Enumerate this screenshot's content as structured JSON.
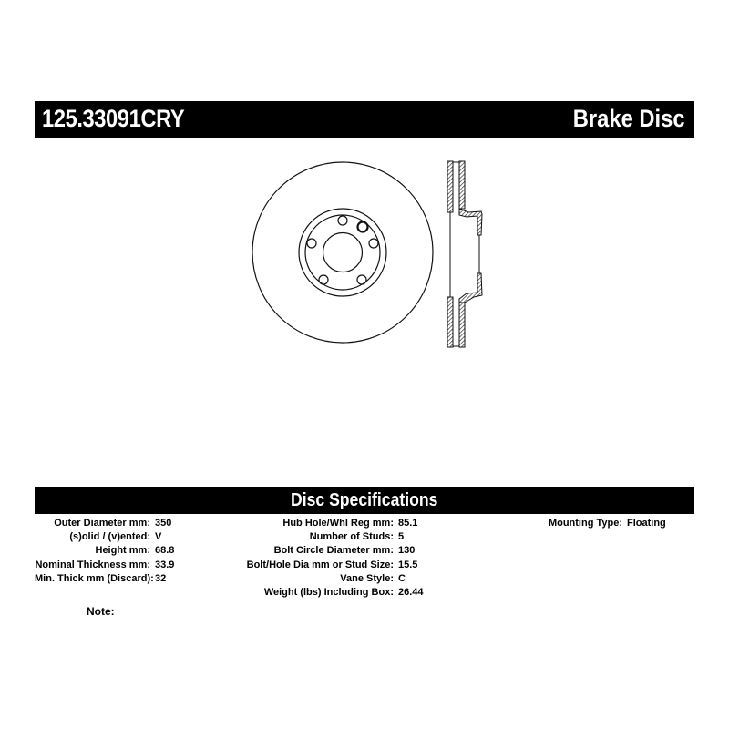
{
  "header": {
    "part_number": "125.33091CRY",
    "product_type": "Brake Disc"
  },
  "drawing": {
    "front_view": "brake-disc-front-view",
    "side_view": "brake-disc-side-profile"
  },
  "specifications": {
    "title": "Disc Specifications",
    "column1": [
      {
        "label": "Outer Diameter mm:",
        "value": "350"
      },
      {
        "label": "(s)olid / (v)ented:",
        "value": "V"
      },
      {
        "label": "Height mm:",
        "value": "68.8"
      },
      {
        "label": "Nominal Thickness mm:",
        "value": "33.9"
      },
      {
        "label": "Min. Thick mm (Discard):",
        "value": "32"
      }
    ],
    "column2": [
      {
        "label": "Hub Hole/Whl Reg mm:",
        "value": "85.1"
      },
      {
        "label": "Number of Studs:",
        "value": "5"
      },
      {
        "label": "Bolt Circle Diameter mm:",
        "value": "130"
      },
      {
        "label": "Bolt/Hole Dia mm or Stud Size:",
        "value": "15.5"
      },
      {
        "label": "Vane Style:",
        "value": "C"
      },
      {
        "label": "Weight (lbs) Including Box:",
        "value": "26.44"
      }
    ],
    "column3": [
      {
        "label": "Mounting Type:",
        "value": "Floating"
      }
    ]
  },
  "note": {
    "label": "Note:",
    "value": ""
  }
}
